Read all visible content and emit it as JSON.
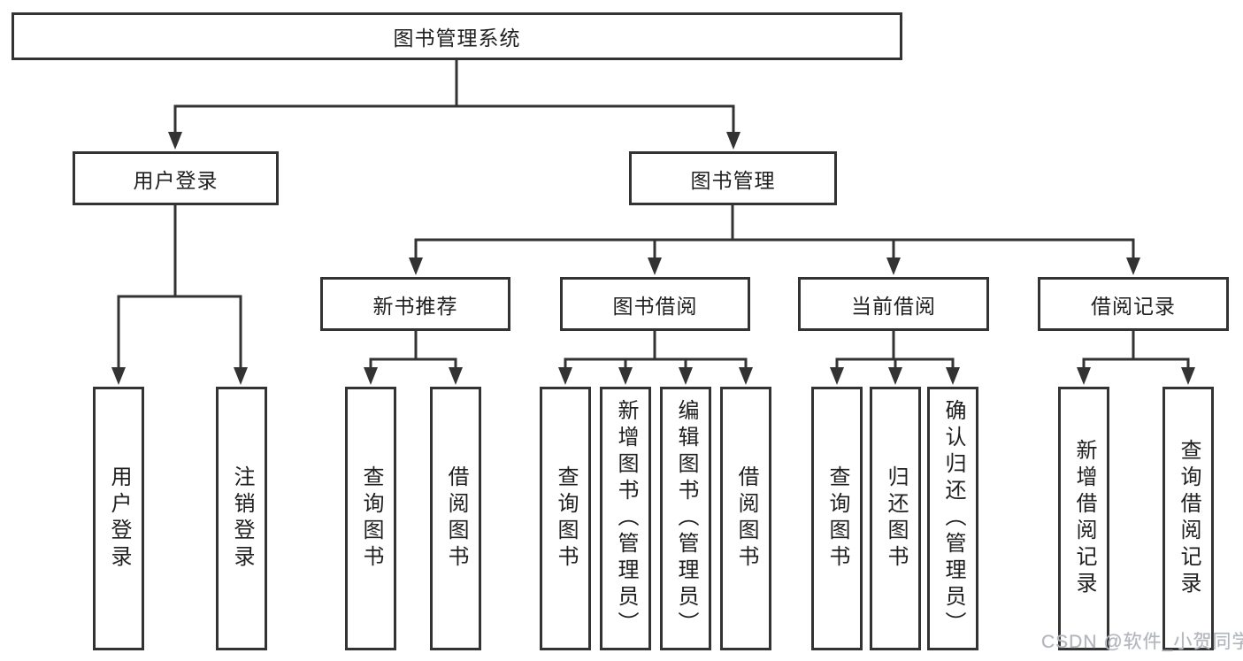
{
  "diagram": {
    "title": "图书管理系统",
    "root": {
      "label": "图书管理系统"
    },
    "branches": [
      {
        "label": "用户登录"
      },
      {
        "label": "图书管理"
      }
    ],
    "modules": [
      {
        "label": "新书推荐",
        "parent": "图书管理"
      },
      {
        "label": "图书借阅",
        "parent": "图书管理"
      },
      {
        "label": "当前借阅",
        "parent": "图书管理"
      },
      {
        "label": "借阅记录",
        "parent": "图书管理"
      }
    ],
    "leaves": [
      {
        "label": "用户登录",
        "parent": "用户登录"
      },
      {
        "label": "注销登录",
        "parent": "用户登录"
      },
      {
        "label": "查询图书",
        "parent": "新书推荐"
      },
      {
        "label": "借阅图书",
        "parent": "新书推荐"
      },
      {
        "label": "查询图书",
        "parent": "图书借阅"
      },
      {
        "label": "新增图书（管理员）",
        "parent": "图书借阅"
      },
      {
        "label": "编辑图书（管理员）",
        "parent": "图书借阅"
      },
      {
        "label": "借阅图书",
        "parent": "图书借阅"
      },
      {
        "label": "查询图书",
        "parent": "当前借阅"
      },
      {
        "label": "归还图书",
        "parent": "当前借阅"
      },
      {
        "label": "确认归还（管理员）",
        "parent": "当前借阅"
      },
      {
        "label": "新增借阅记录",
        "parent": "借阅记录"
      },
      {
        "label": "查询借阅记录",
        "parent": "借阅记录"
      }
    ]
  },
  "watermark": {
    "text": "CSDN @软件_小贺同学",
    "color": "#b2b6bc"
  },
  "colors": {
    "line": "#333333",
    "box_border": "#333333",
    "text": "#1f1f1f",
    "background": "#ffffff"
  }
}
